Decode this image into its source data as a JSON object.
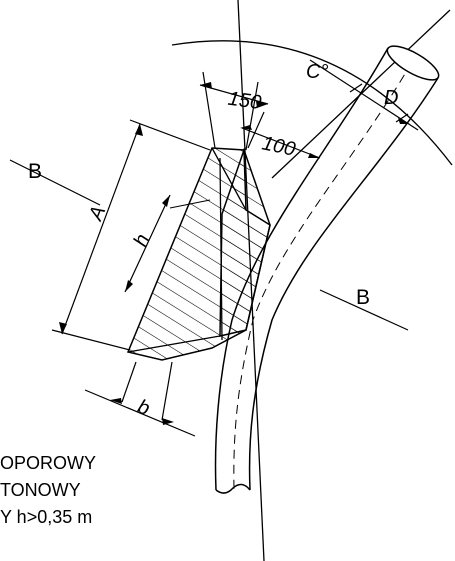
{
  "labels": {
    "angle": "C°",
    "diameter": "D",
    "width_150": "150",
    "width_100": "100",
    "section_b": "B",
    "height_a": "A",
    "height_h": "h",
    "base_b": "b"
  },
  "notes": [
    "OPOROWY",
    "TONOWY",
    "Y h>0,35 m"
  ]
}
